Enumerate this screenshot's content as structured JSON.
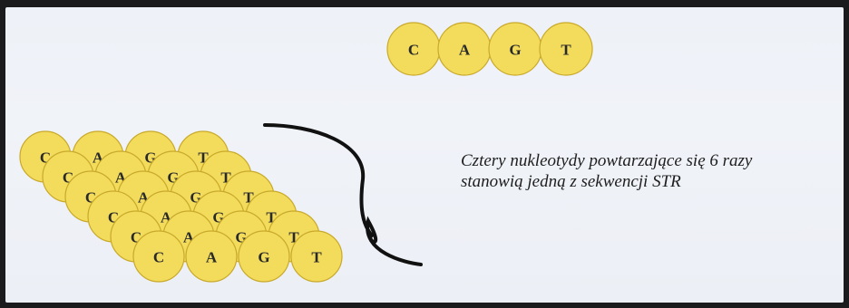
{
  "top_sequence": [
    "C",
    "A",
    "G",
    "T"
  ],
  "repeat_sequence": [
    "C",
    "A",
    "G",
    "T"
  ],
  "repeat_count": 6,
  "caption": {
    "line1": "Cztery nukleotydy powtarzające się 6 razy",
    "line2": "stanowią jedną z sekwencji STR"
  },
  "colors": {
    "nucleotide_fill": "#f3dc5c",
    "nucleotide_stroke": "#c9a92a",
    "brace": "#111111"
  }
}
